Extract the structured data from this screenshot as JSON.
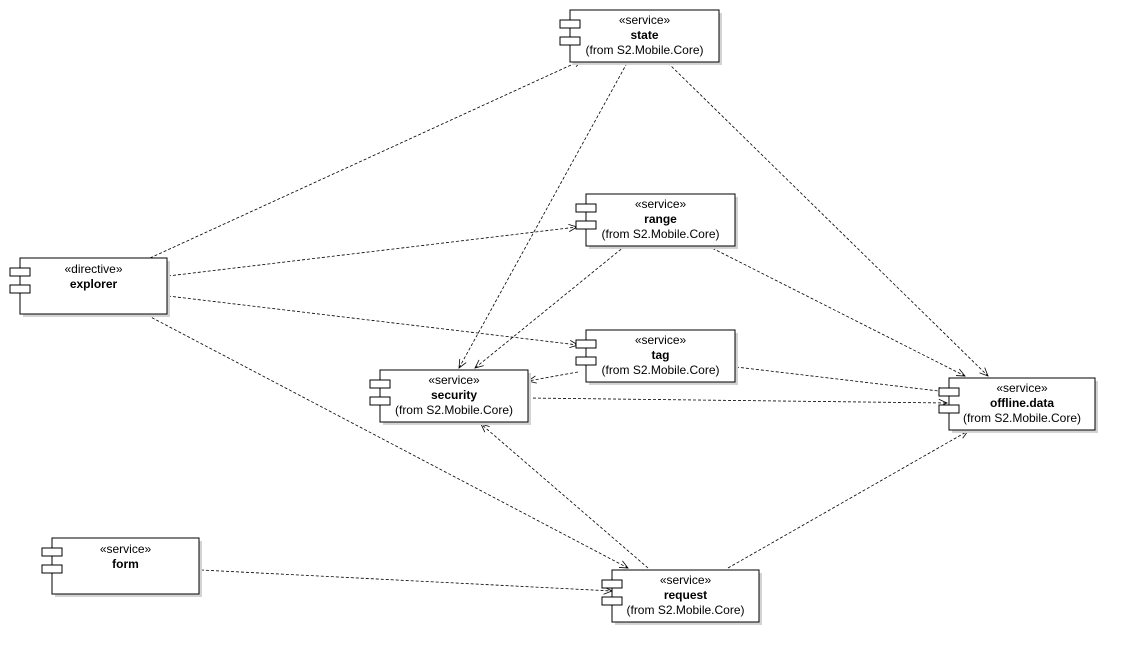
{
  "components": [
    {
      "id": "state",
      "stereotype": "«service»",
      "name": "state",
      "from": "(from S2.Mobile.Core)"
    },
    {
      "id": "range",
      "stereotype": "«service»",
      "name": "range",
      "from": "(from S2.Mobile.Core)"
    },
    {
      "id": "explorer",
      "stereotype": "«directive»",
      "name": "explorer",
      "from": ""
    },
    {
      "id": "tag",
      "stereotype": "«service»",
      "name": "tag",
      "from": "(from S2.Mobile.Core)"
    },
    {
      "id": "security",
      "stereotype": "«service»",
      "name": "security",
      "from": "(from S2.Mobile.Core)"
    },
    {
      "id": "offline-data",
      "stereotype": "«service»",
      "name": "offline.data",
      "from": "(from S2.Mobile.Core)"
    },
    {
      "id": "form",
      "stereotype": "«service»",
      "name": "form",
      "from": ""
    },
    {
      "id": "request",
      "stereotype": "«service»",
      "name": "request",
      "from": "(from S2.Mobile.Core)"
    }
  ],
  "dependencies": [
    {
      "from": "explorer",
      "to": "state"
    },
    {
      "from": "explorer",
      "to": "range"
    },
    {
      "from": "explorer",
      "to": "tag"
    },
    {
      "from": "explorer",
      "to": "request"
    },
    {
      "from": "state",
      "to": "security"
    },
    {
      "from": "state",
      "to": "offline-data"
    },
    {
      "from": "range",
      "to": "security"
    },
    {
      "from": "range",
      "to": "offline-data"
    },
    {
      "from": "tag",
      "to": "security"
    },
    {
      "from": "tag",
      "to": "offline-data"
    },
    {
      "from": "security",
      "to": "offline-data"
    },
    {
      "from": "request",
      "to": "security"
    },
    {
      "from": "request",
      "to": "offline-data"
    },
    {
      "from": "form",
      "to": "request"
    }
  ]
}
